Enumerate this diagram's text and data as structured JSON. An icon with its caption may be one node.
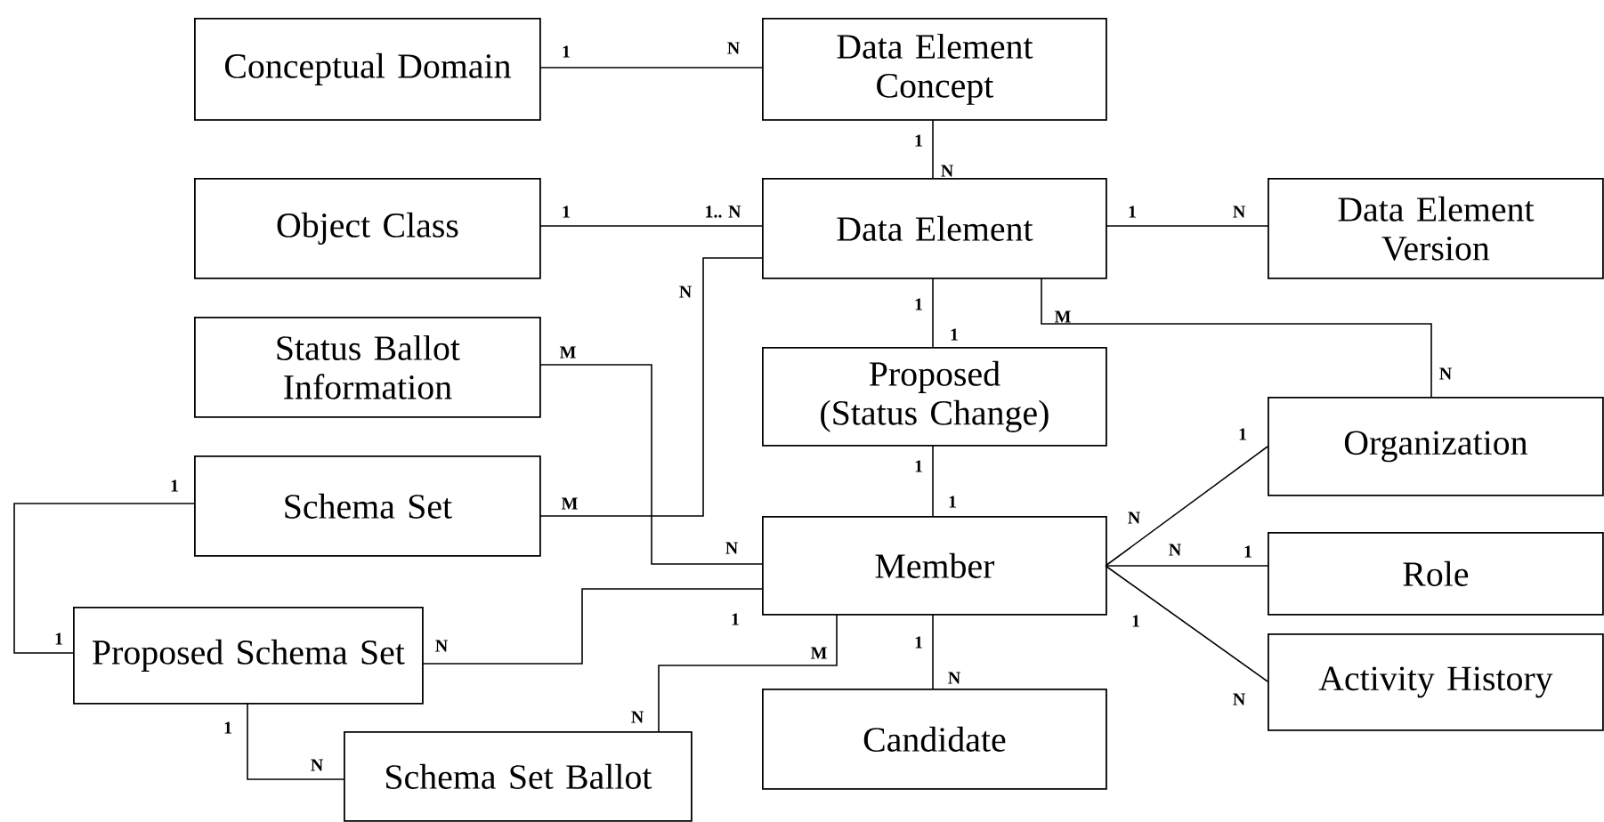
{
  "diagram": {
    "nodes": [
      {
        "text": [
          "Conceptual Domain"
        ]
      },
      {
        "text": [
          "Data Element Concept"
        ]
      },
      {
        "text": [
          "Object Class"
        ]
      },
      {
        "text": [
          "Data Element"
        ]
      },
      {
        "text": [
          "Data Element Version"
        ]
      },
      {
        "text": [
          "Status Ballot Information"
        ]
      },
      {
        "text": [
          "Proposed (Status Change)"
        ]
      },
      {
        "text": [
          "Organization"
        ]
      },
      {
        "text": [
          "Schema Set"
        ]
      },
      {
        "text": [
          "Member"
        ]
      },
      {
        "text": [
          "Role"
        ]
      },
      {
        "text": [
          "Proposed Schema Set"
        ]
      },
      {
        "text": [
          "Activity History"
        ]
      },
      {
        "text": [
          "Candidate"
        ]
      },
      {
        "text": [
          "Schema Set Ballot"
        ]
      }
    ],
    "edges": [
      {
        "from": 0,
        "to": 1,
        "arrow": "none"
      },
      {
        "from": 1,
        "to": 3,
        "arrow": "none"
      },
      {
        "from": 2,
        "to": 3,
        "arrow": "none"
      },
      {
        "from": 3,
        "to": 4,
        "arrow": "none"
      },
      {
        "from": 3,
        "to": 8,
        "arrow": "none"
      },
      {
        "from": 5,
        "to": 9,
        "arrow": "none"
      },
      {
        "from": 3,
        "to": 6,
        "arrow": "none"
      },
      {
        "from": 3,
        "to": 7,
        "arrow": "none"
      },
      {
        "from": 6,
        "to": 9,
        "arrow": "none"
      },
      {
        "from": 8,
        "to": 11,
        "arrow": "none"
      },
      {
        "from": 11,
        "to": 9,
        "arrow": "none"
      },
      {
        "from": 14,
        "to": 9,
        "arrow": "none"
      },
      {
        "from": 9,
        "to": 13,
        "arrow": "none"
      },
      {
        "from": 9,
        "to": 7,
        "arrow": "none"
      },
      {
        "from": 9,
        "to": 10,
        "arrow": "none"
      },
      {
        "from": 9,
        "to": 12,
        "arrow": "none"
      },
      {
        "from": 11,
        "to": 14,
        "arrow": "none"
      }
    ],
    "labels": [
      "1",
      "N",
      "1",
      "N",
      "1",
      "1.. N",
      "1",
      "N",
      "N",
      "M",
      "M",
      "N",
      "1",
      "1",
      "M",
      "N",
      "1",
      "1",
      "1",
      "1",
      "N",
      "1",
      "N",
      "M",
      "1",
      "N",
      "N",
      "1",
      "N",
      "1",
      "1",
      "N",
      "1",
      "N"
    ]
  }
}
